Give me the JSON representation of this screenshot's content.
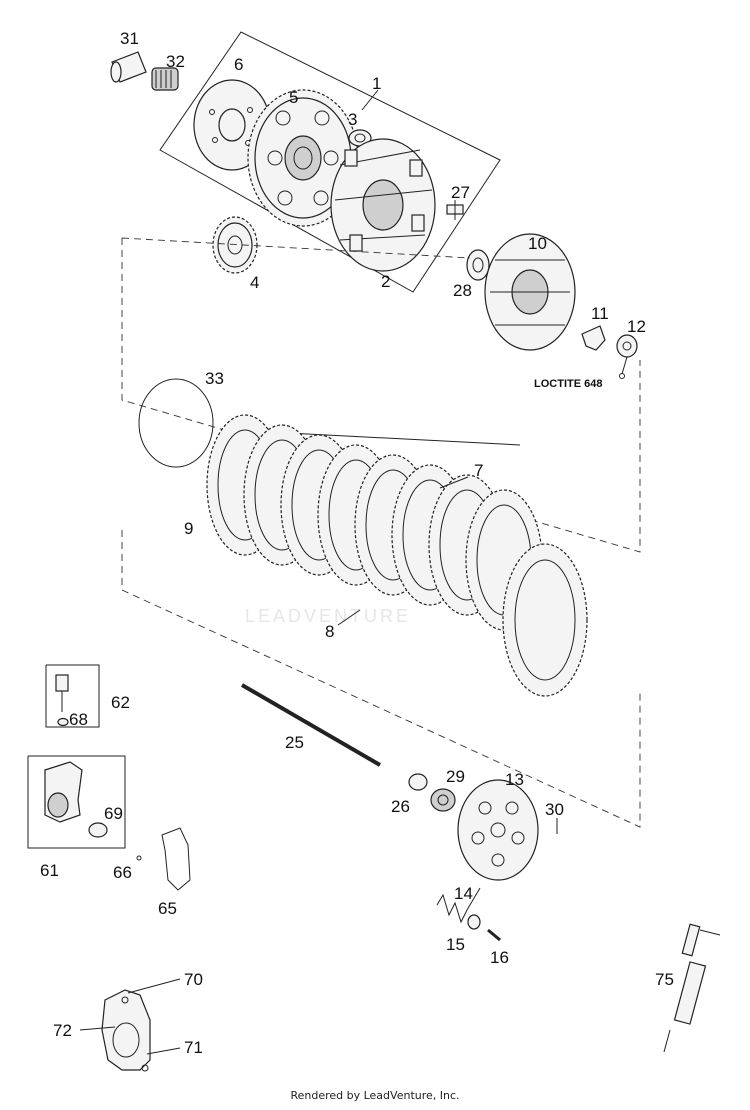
{
  "diagram": {
    "callouts": {
      "c1": "1",
      "c2": "2",
      "c3": "3",
      "c4": "4",
      "c5": "5",
      "c6": "6",
      "c7": "7",
      "c8": "8",
      "c9": "9",
      "c10": "10",
      "c11": "11",
      "c12": "12",
      "c13": "13",
      "c14": "14",
      "c15": "15",
      "c16": "16",
      "c25": "25",
      "c26": "26",
      "c27": "27",
      "c28": "28",
      "c29": "29",
      "c30": "30",
      "c31": "31",
      "c32": "32",
      "c33": "33",
      "c61": "61",
      "c62": "62",
      "c65": "65",
      "c66": "66",
      "c68": "68",
      "c69": "69",
      "c70": "70",
      "c71": "71",
      "c72": "72",
      "c75": "75"
    },
    "note": "LOCTITE 648",
    "watermark": "LEADVENTURE"
  },
  "footer": "Rendered by LeadVenture, Inc."
}
